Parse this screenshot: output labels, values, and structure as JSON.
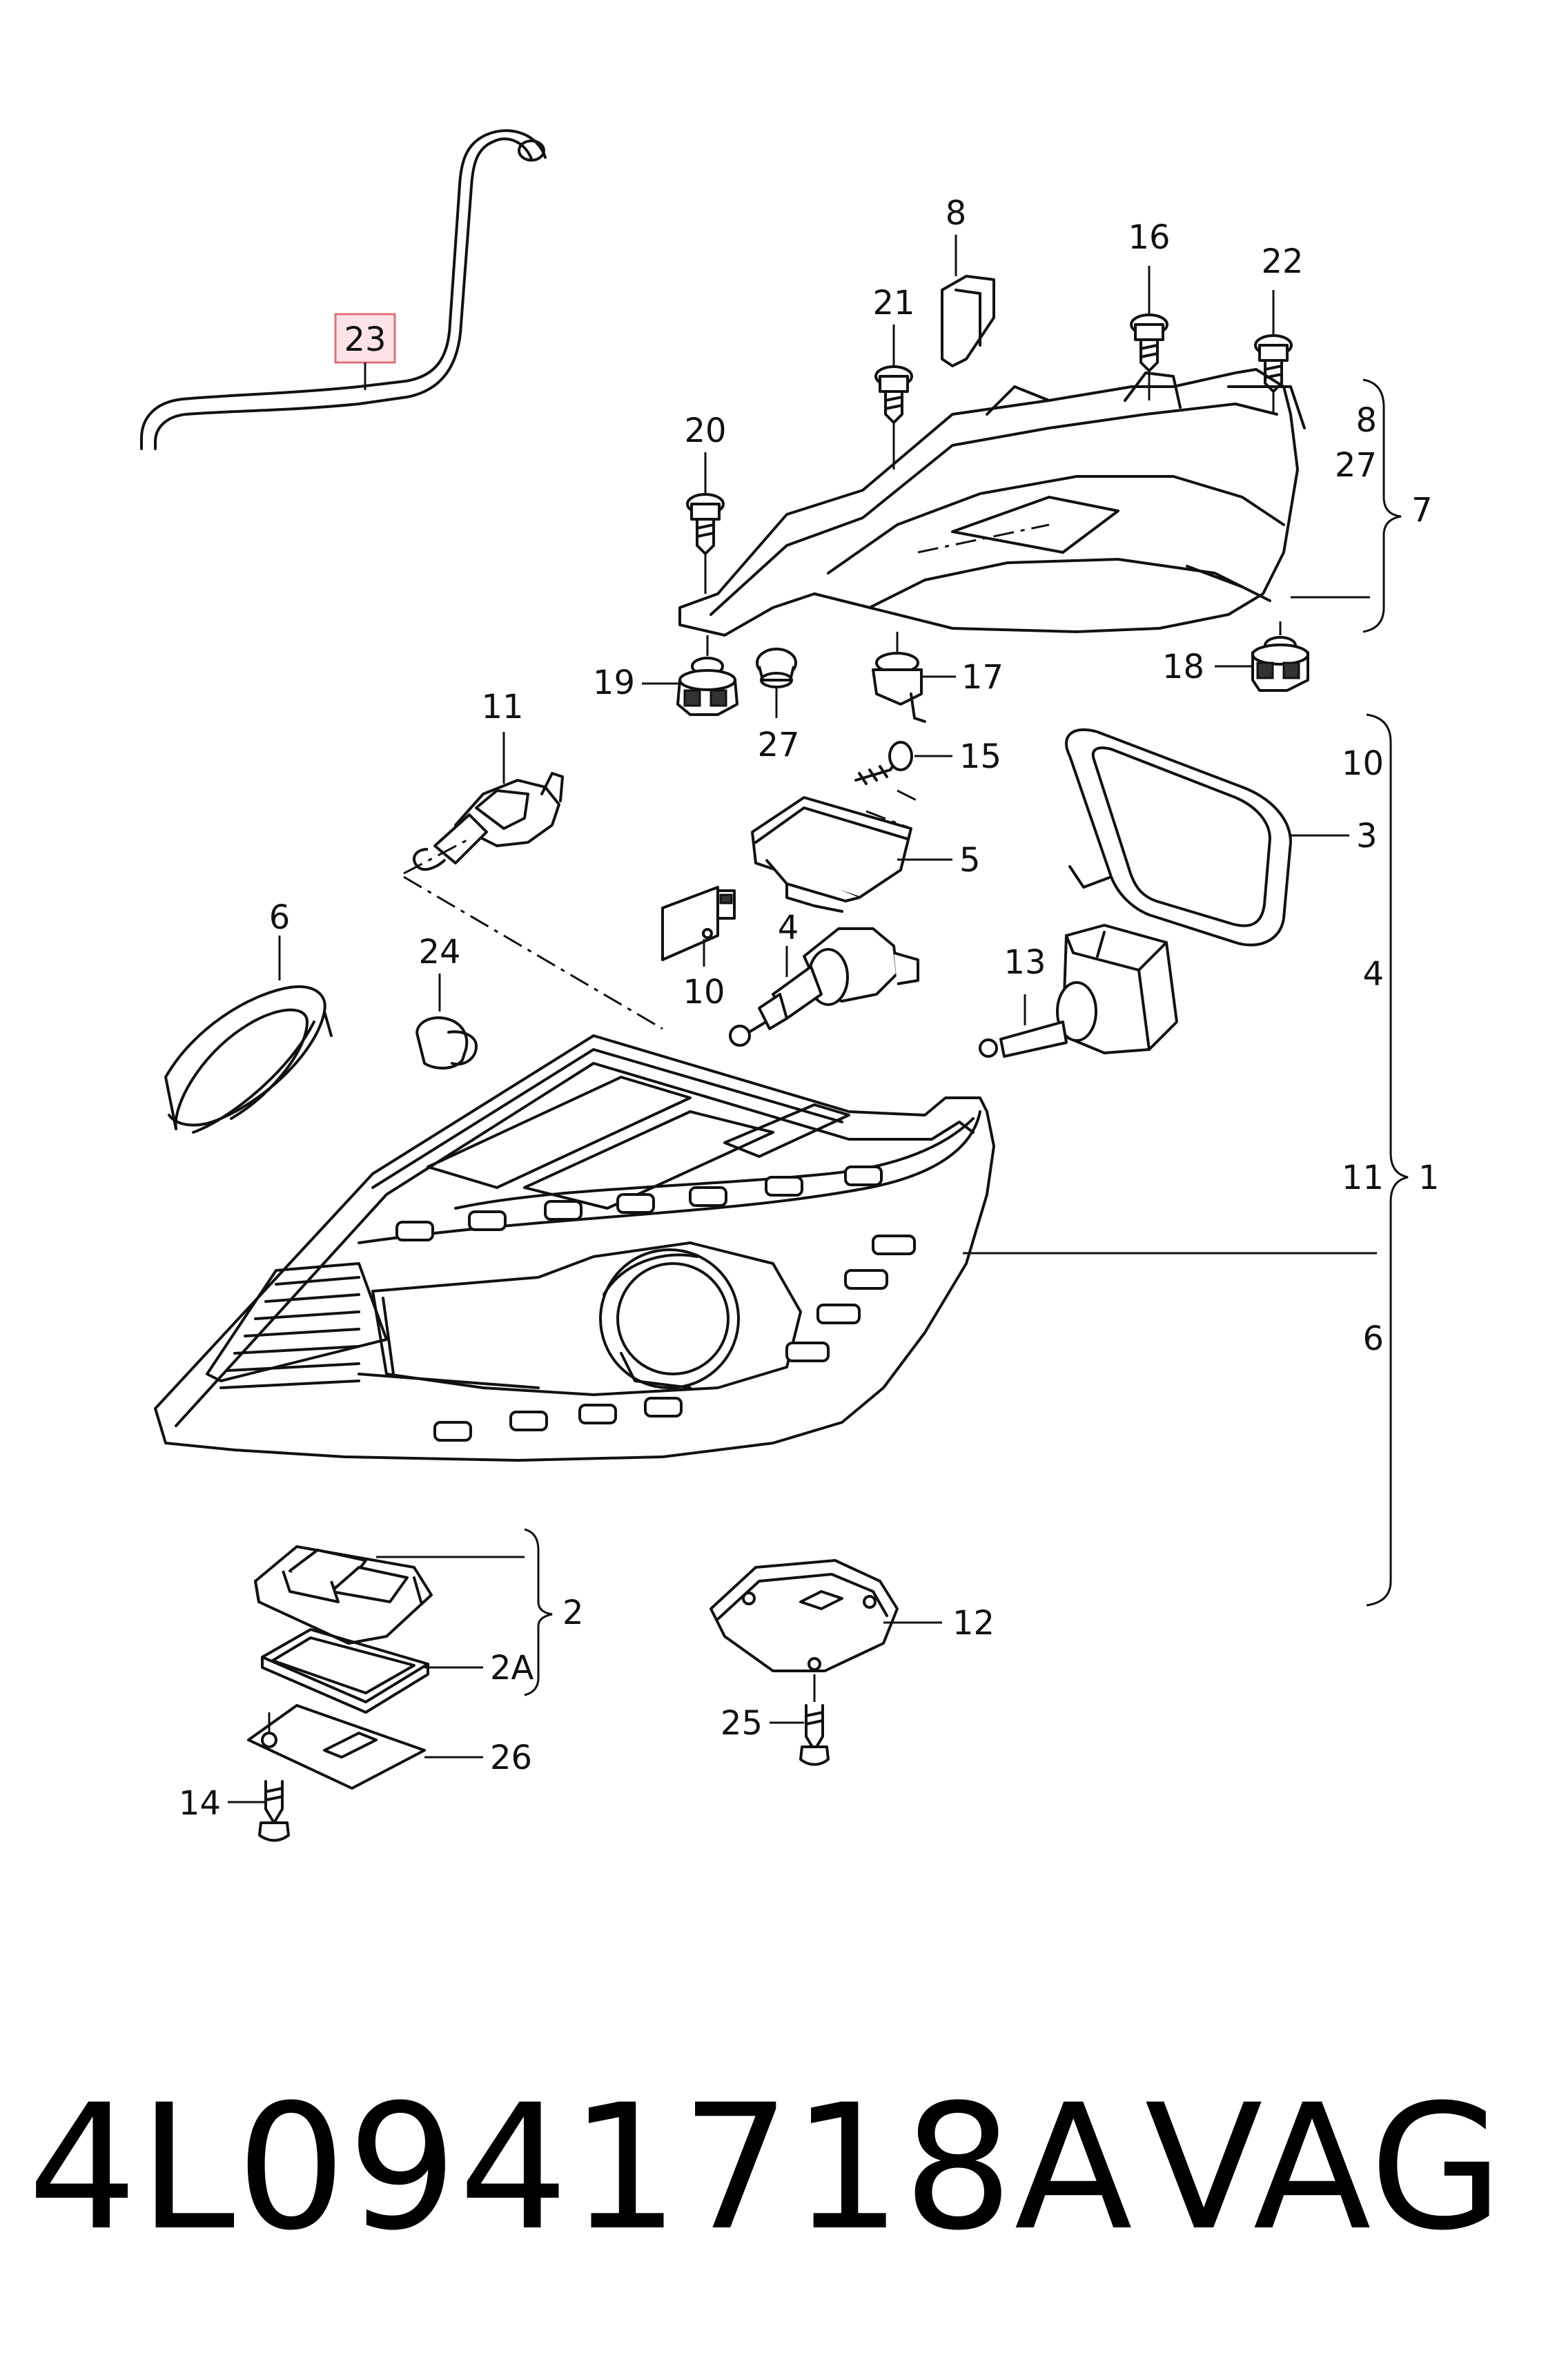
{
  "callouts": {
    "p1": "1",
    "p2": "2",
    "p2a": "2A",
    "p3": "3",
    "p4": "4",
    "p4b": "4",
    "p5": "5",
    "p6": "6",
    "p6b": "6",
    "p7": "7",
    "p8": "8",
    "p8b": "8",
    "p10": "10",
    "p10b": "10",
    "p11": "11",
    "p11b": "11",
    "p12": "12",
    "p13": "13",
    "p14": "14",
    "p15": "15",
    "p16": "16",
    "p17": "17",
    "p18": "18",
    "p19": "19",
    "p20": "20",
    "p21": "21",
    "p22": "22",
    "p23": "23",
    "p24": "24",
    "p25": "25",
    "p26": "26",
    "p27": "27",
    "p27b": "27"
  },
  "highlight": {
    "callout": "23",
    "fill": "#fbe3e6",
    "stroke": "#e0707a"
  },
  "caption": {
    "part_number": "4L0941718A",
    "brand": "VAG"
  }
}
